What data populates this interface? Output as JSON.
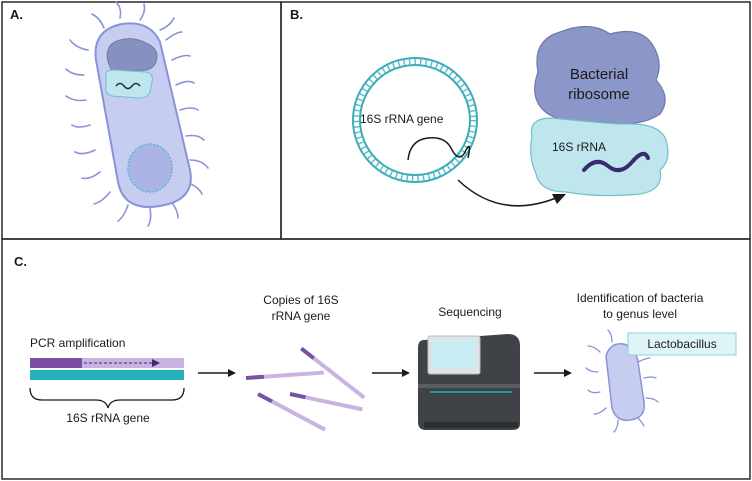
{
  "panels": {
    "a": {
      "letter": "A."
    },
    "b": {
      "letter": "B.",
      "plasmid_gene_label": "16S rRNA gene",
      "ribosome_label_line1": "Bacterial",
      "ribosome_label_line2": "ribosome",
      "rrna_label": "16S rRNA"
    },
    "c": {
      "letter": "C.",
      "pcr_label": "PCR amplification",
      "gene_label": "16S rRNA gene",
      "copies_line1": "Copies of 16S",
      "copies_line2": "rRNA gene",
      "sequencing_label": "Sequencing",
      "identification_line1": "Identification of bacteria",
      "identification_line2": "to genus level",
      "result_tag": "Lactobacillus"
    }
  },
  "colors": {
    "border": "#2a2a2a",
    "cell_fill": "#c7cdf0",
    "cell_stroke": "#8a93d6",
    "nucleoid": "#8791bf",
    "rrna_fill": "#bfe6ec",
    "ribosome": "#8c97c9",
    "dna_helix": "#3aaeb8",
    "primer_dark": "#7b4fa3",
    "primer_light": "#c9b3e0",
    "teal_strand": "#24b3bd",
    "sequencer_body": "#3f4246"
  }
}
